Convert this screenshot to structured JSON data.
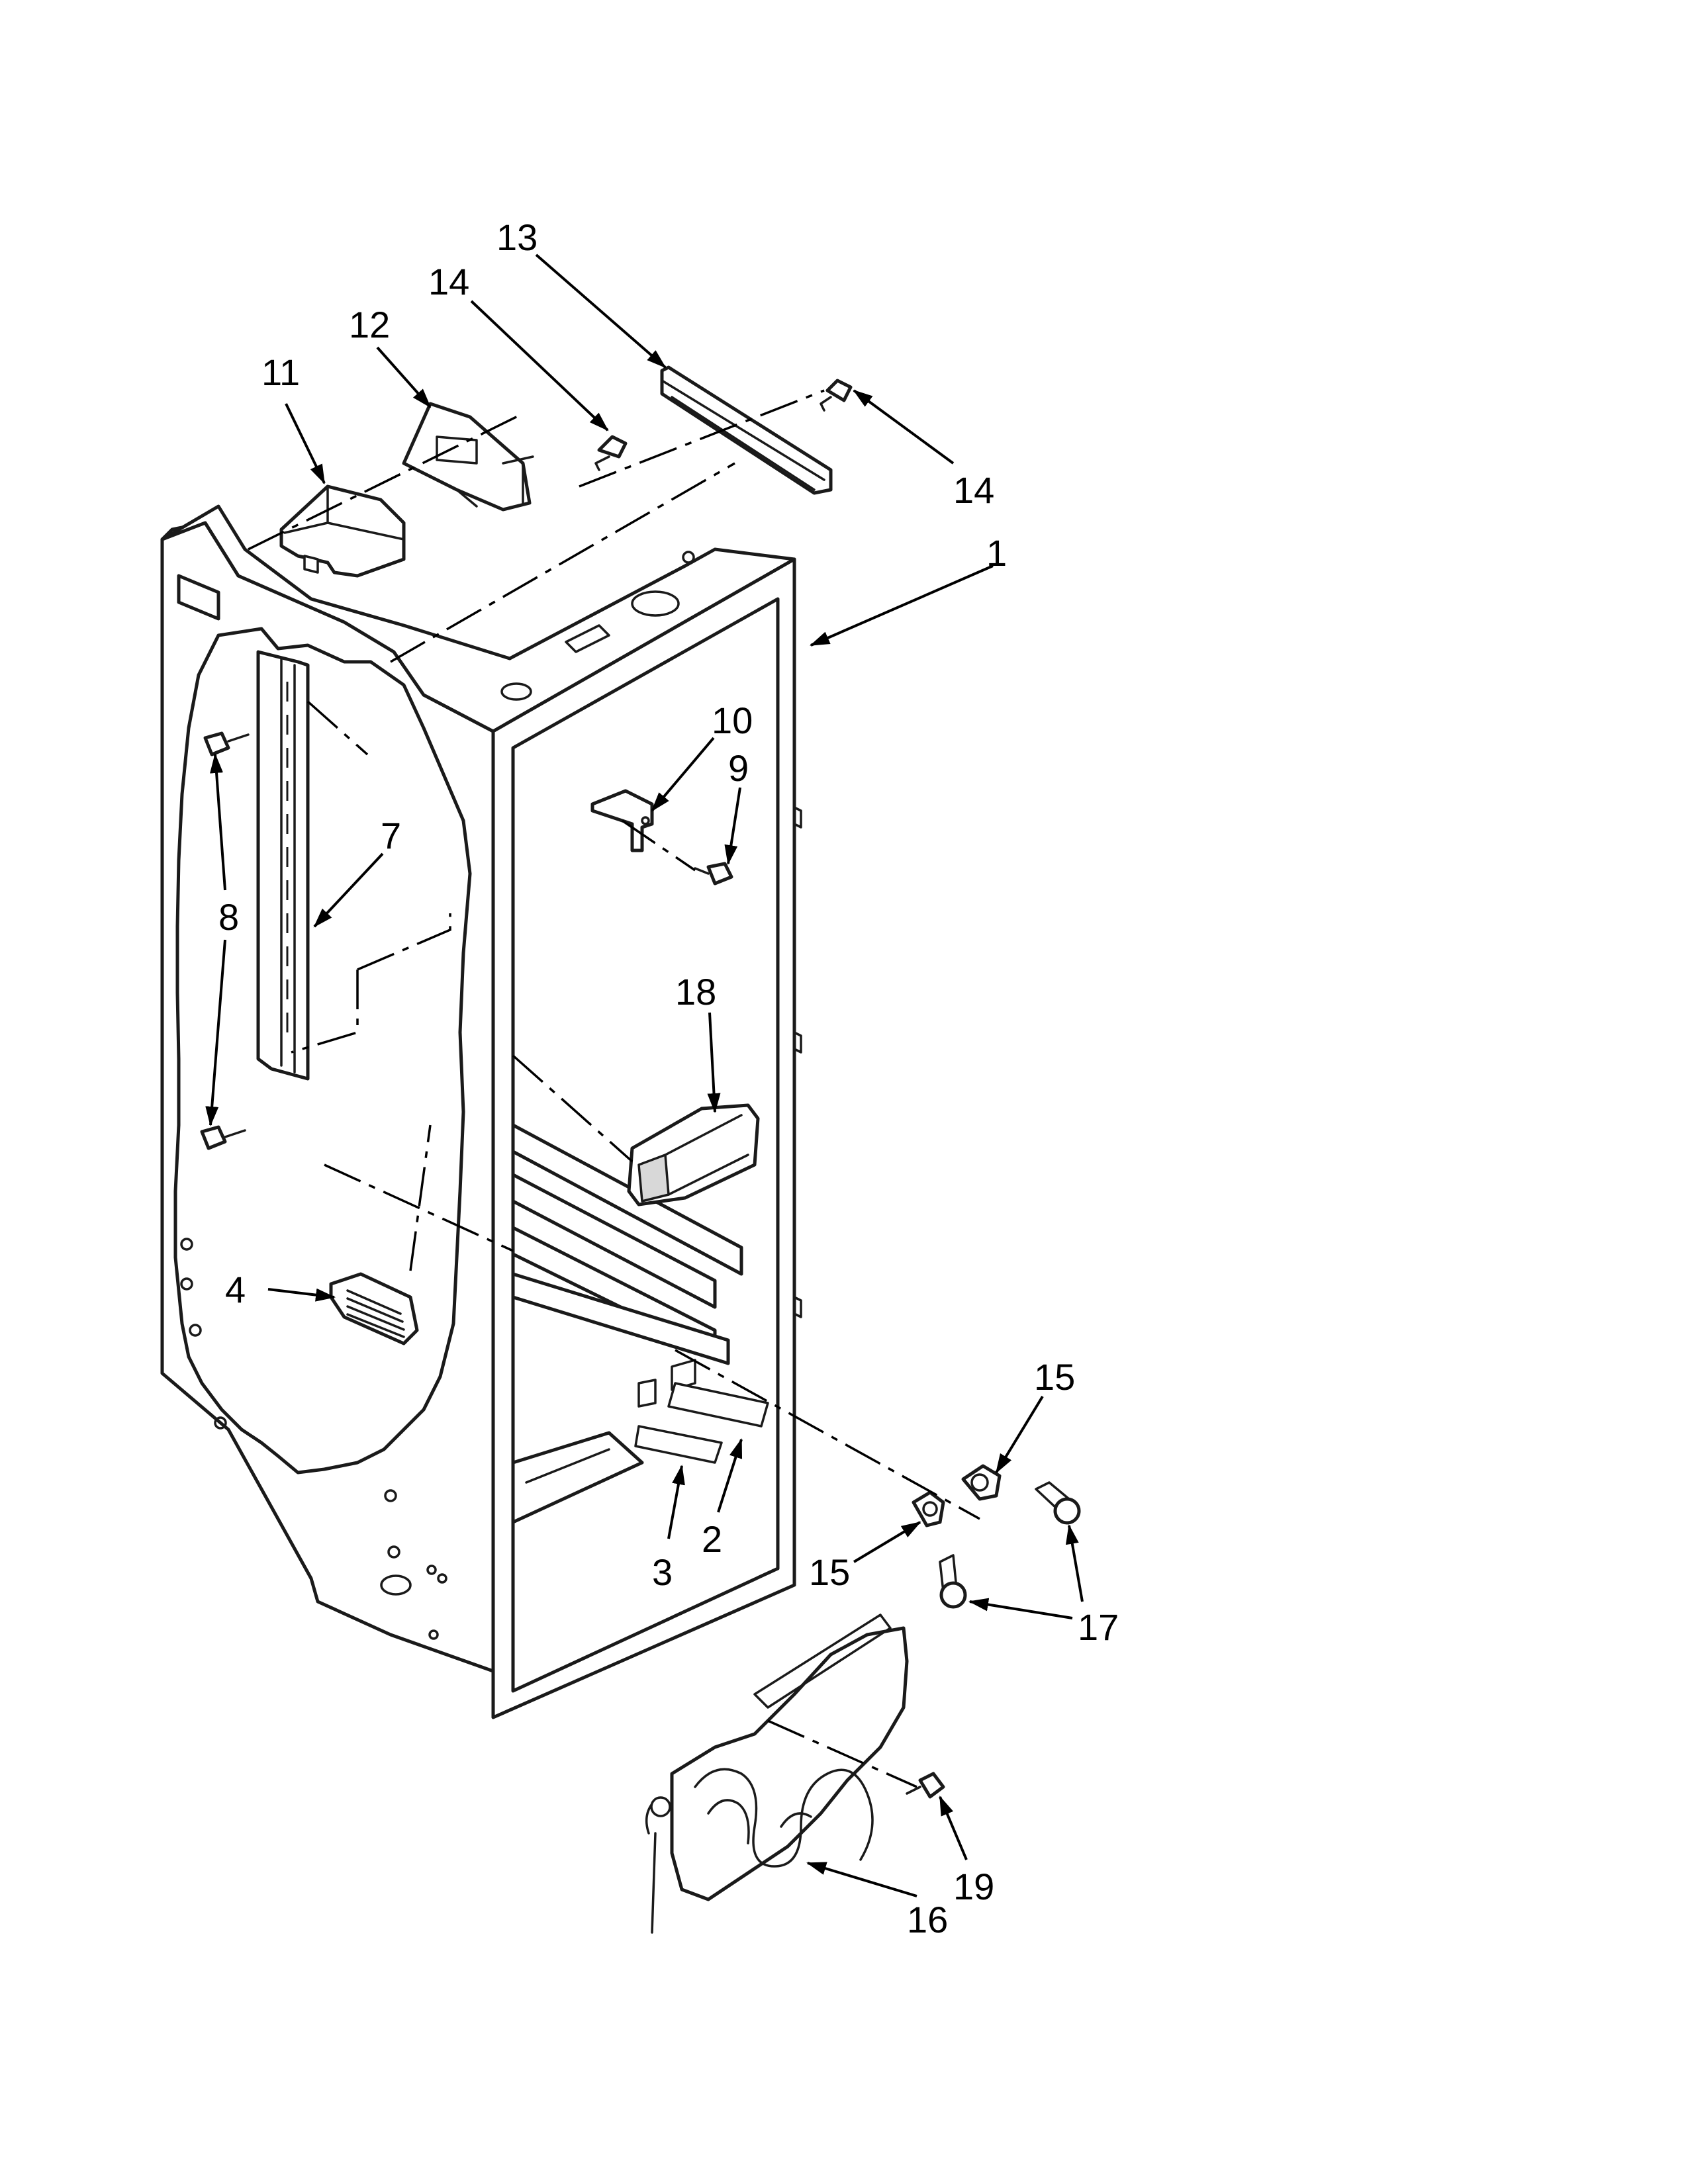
{
  "callouts": {
    "c1": "1",
    "c2": "2",
    "c3": "3",
    "c4": "4",
    "c7": "7",
    "c8": "8",
    "c9": "9",
    "c10": "10",
    "c11": "11",
    "c12": "12",
    "c13": "13",
    "c14a": "14",
    "c14b": "14",
    "c15a": "15",
    "c15b": "15",
    "c16": "16",
    "c17": "17",
    "c18": "18",
    "c19": "19"
  }
}
